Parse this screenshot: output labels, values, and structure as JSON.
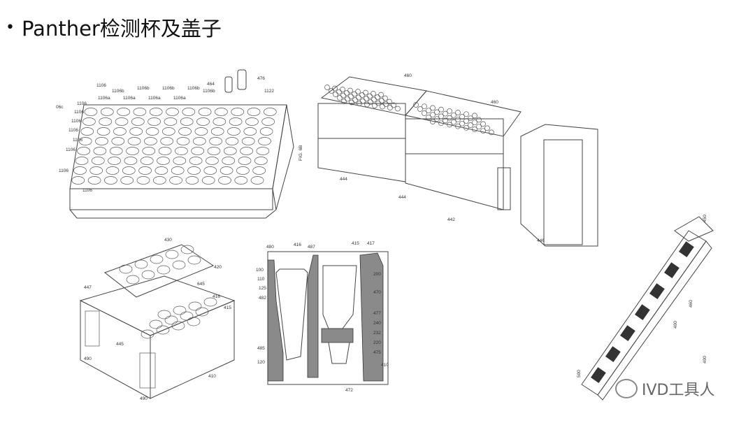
{
  "slide": {
    "bullet": "•",
    "title": "Panther检测杯及盖子"
  },
  "figures": {
    "rack": {
      "labels": [
        "1106",
        "1106b",
        "1106a",
        "1106b",
        "1106a",
        "1106b",
        "1106a",
        "1106b",
        "1106a",
        "1106b",
        "06c",
        "1106",
        "1106",
        "1106",
        "1106",
        "1106",
        "1106",
        "1106",
        "1106",
        "464",
        "476",
        "1122",
        "FIG. 6B"
      ]
    },
    "module": {
      "labels": [
        "460",
        "460",
        "444",
        "444",
        "442",
        "446"
      ]
    },
    "holder": {
      "labels": [
        "430",
        "420",
        "447",
        "645",
        "416",
        "415",
        "445",
        "490",
        "490",
        "410"
      ]
    },
    "section": {
      "labels": [
        "480",
        "416",
        "487",
        "415",
        "417",
        "100",
        "110",
        "125",
        "482",
        "200",
        "470",
        "477",
        "240",
        "232",
        "220",
        "475",
        "485",
        "120",
        "472",
        "410"
      ]
    },
    "strip": {
      "labels": [
        "450",
        "460",
        "400",
        "500",
        "400"
      ]
    }
  },
  "watermark": {
    "text": "IVD工具人"
  }
}
